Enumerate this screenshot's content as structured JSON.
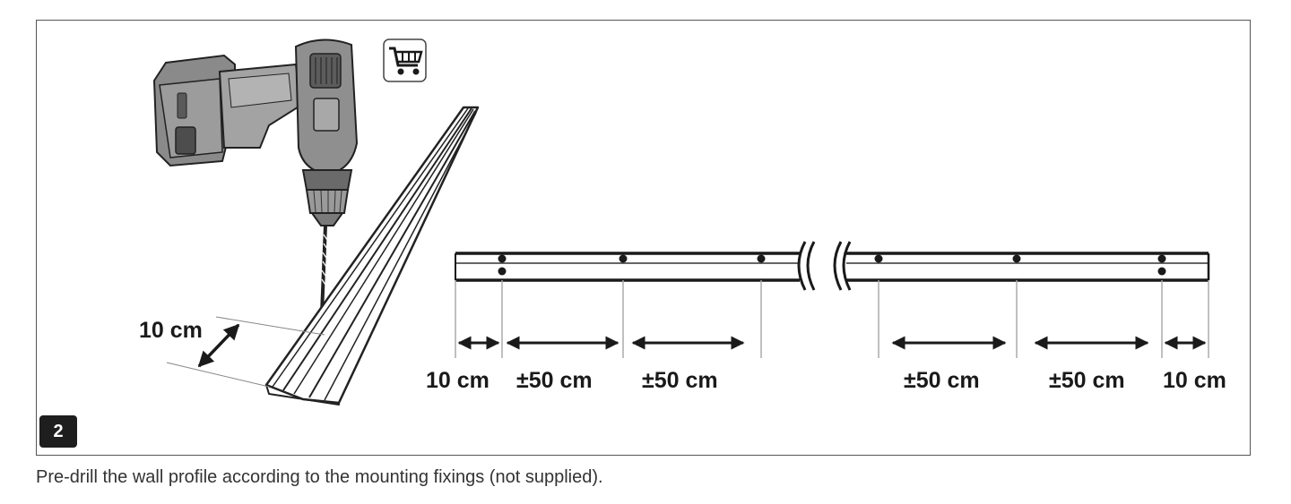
{
  "step": {
    "number": "2"
  },
  "icons": {
    "purchase": "shopping-cart-icon",
    "tool": "cordless-drill"
  },
  "labels": {
    "depth": "10 cm",
    "left_end": "10 cm",
    "spacing_1": "±50 cm",
    "spacing_2": "±50 cm",
    "spacing_3": "±50 cm",
    "spacing_4": "±50 cm",
    "right_end": "10 cm"
  },
  "caption": "Pre-drill the wall profile according to the mounting fixings (not supplied)."
}
